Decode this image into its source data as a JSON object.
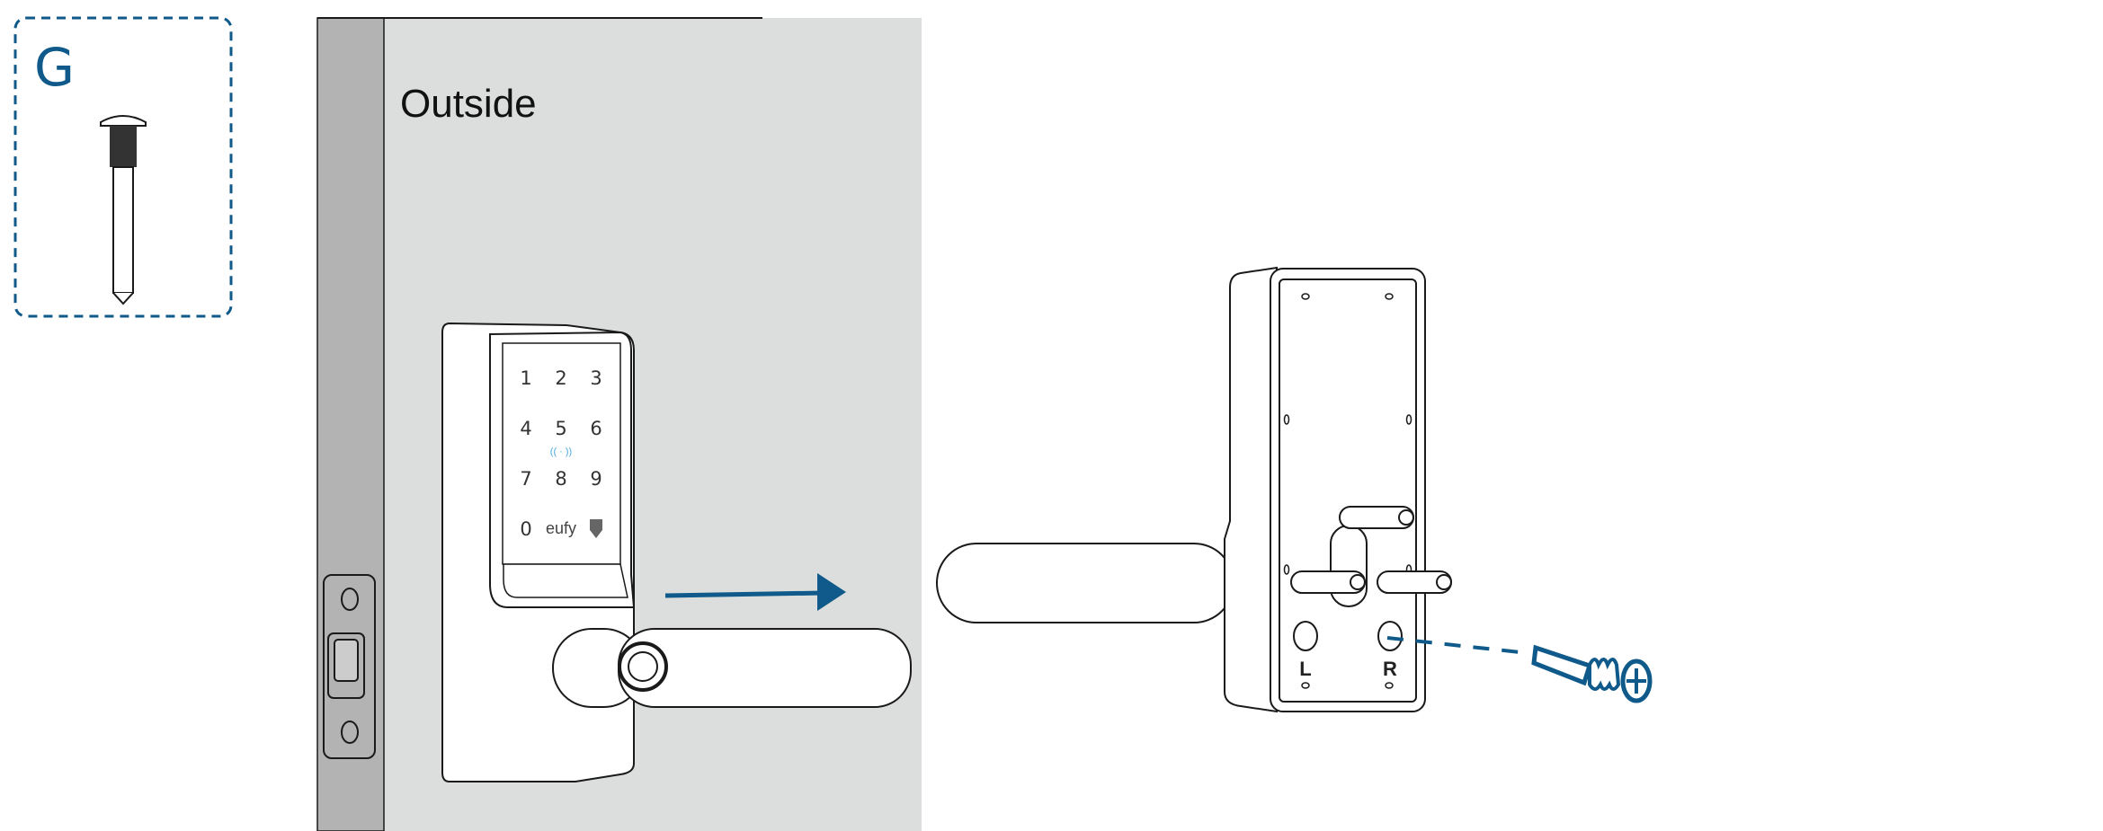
{
  "part_box": {
    "label": "G",
    "part": "screw"
  },
  "door": {
    "side_label": "Outside"
  },
  "keypad": {
    "keys": [
      "1",
      "2",
      "3",
      "4",
      "5",
      "6",
      "7",
      "8",
      "9",
      "0"
    ],
    "brand": "eufy",
    "nfc_symbol": "(( · ))"
  },
  "back_plate": {
    "left_label": "L",
    "right_label": "R"
  },
  "colors": {
    "accent": "#0f5a8a",
    "door": "#dcdedd",
    "door_edge": "#b3b3b3",
    "nfc": "#4aa8e0"
  },
  "icons": [
    "arrow-right-icon",
    "shield-check-icon",
    "fingerprint-sensor-icon",
    "phillips-screw-icon"
  ]
}
